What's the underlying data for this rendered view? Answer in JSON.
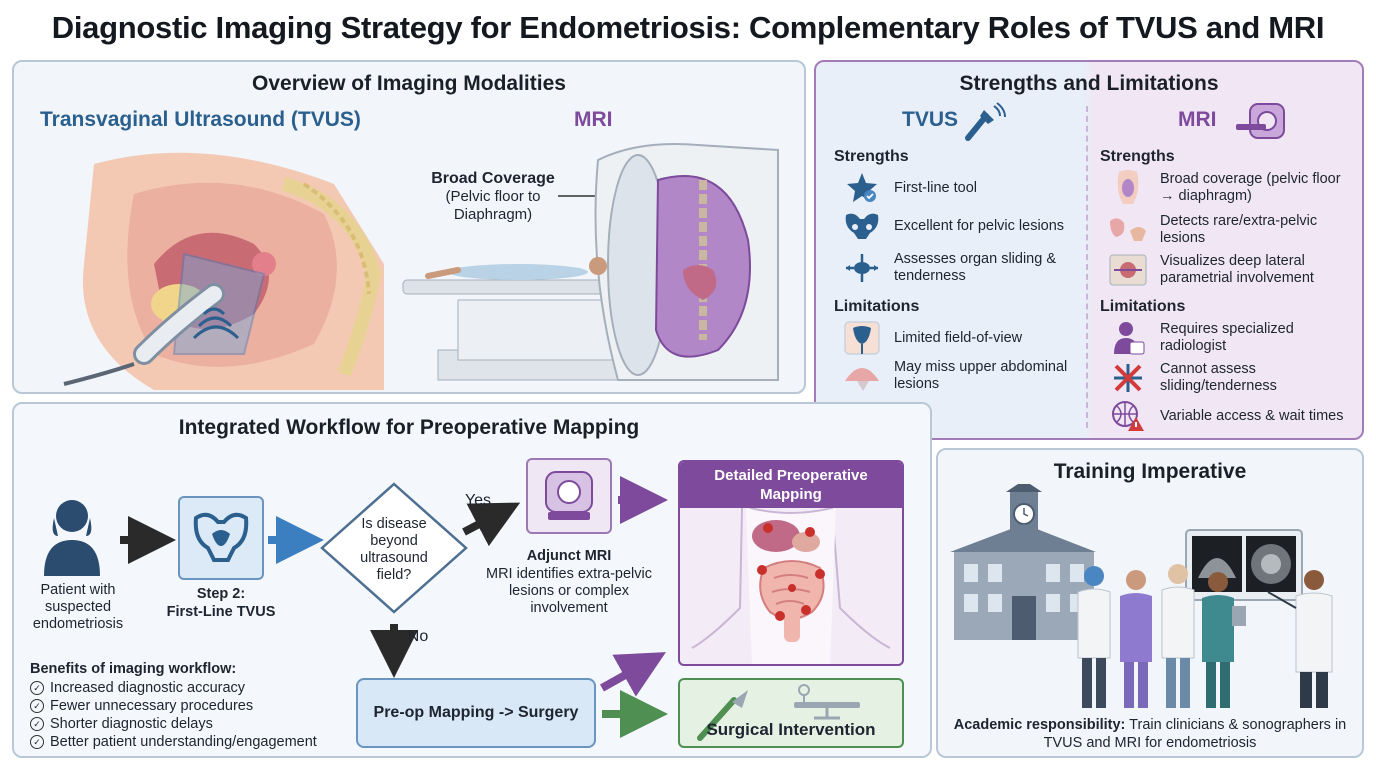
{
  "title": "Diagnostic Imaging Strategy for Endometriosis: Complementary Roles of TVUS and MRI",
  "overview": {
    "title": "Overview of Imaging Modalities",
    "tvus_heading": "Transvaginal Ultrasound (TVUS)",
    "mri_heading": "MRI",
    "coverage_title": "Broad Coverage",
    "coverage_sub": "(Pelvic floor to Diaphragm)"
  },
  "strengths": {
    "title": "Strengths and Limitations",
    "tvus": {
      "heading": "TVUS",
      "strengths_label": "Strengths",
      "strengths": [
        {
          "icon": "star-check-icon",
          "text": "First-line tool"
        },
        {
          "icon": "pelvis-icon",
          "text": "Excellent for pelvic lesions"
        },
        {
          "icon": "organ-sliding-icon",
          "text": "Assesses organ sliding & tenderness"
        }
      ],
      "limitations_label": "Limitations",
      "limitations": [
        {
          "icon": "field-of-view-icon",
          "text": "Limited field-of-view"
        },
        {
          "icon": "diaphragm-icon",
          "text": "May miss upper abdominal lesions"
        }
      ]
    },
    "mri": {
      "heading": "MRI",
      "strengths_label": "Strengths",
      "strengths": [
        {
          "icon": "torso-icon",
          "text": "Broad coverage (pelvic floor → diaphragm)"
        },
        {
          "icon": "extra-pelvic-icon",
          "text": "Detects rare/extra-pelvic lesions"
        },
        {
          "icon": "parametrium-icon",
          "text": "Visualizes deep lateral parametrial involvement"
        }
      ],
      "limitations_label": "Limitations",
      "limitations": [
        {
          "icon": "radiologist-icon",
          "text": "Requires specialized radiologist"
        },
        {
          "icon": "crossed-arrows-icon",
          "text": "Cannot assess sliding/tenderness"
        },
        {
          "icon": "globe-warning-icon",
          "text": "Variable access & wait times"
        }
      ]
    }
  },
  "workflow": {
    "title": "Integrated Workflow for Preoperative Mapping",
    "patient": "Patient with suspected endometriosis",
    "step2_title": "Step 2:",
    "step2_sub": "First-Line TVUS",
    "decision": "Is disease beyond ultrasound field?",
    "yes": "Yes",
    "no": "No",
    "adjunct_title": "Adjunct MRI",
    "adjunct_text": "MRI identifies extra-pelvic lesions or complex involvement",
    "detailed": "Detailed Preoperative Mapping",
    "preop": "Pre-op Mapping -> Surgery",
    "surgical": "Surgical Intervention",
    "benefits_title": "Benefits of imaging workflow:",
    "benefits": [
      "Increased diagnostic accuracy",
      "Fewer unnecessary procedures",
      "Shorter diagnostic delays",
      "Better patient understanding/engagement"
    ]
  },
  "training": {
    "title": "Training Imperative",
    "lead": "Academic responsibility:",
    "text": "Train clinicians & sonographers in TVUS and MRI for endometriosis"
  },
  "colors": {
    "tvus_blue": "#2b5f8e",
    "mri_purple": "#7d4a9c",
    "surgery_green": "#4f8f52"
  }
}
